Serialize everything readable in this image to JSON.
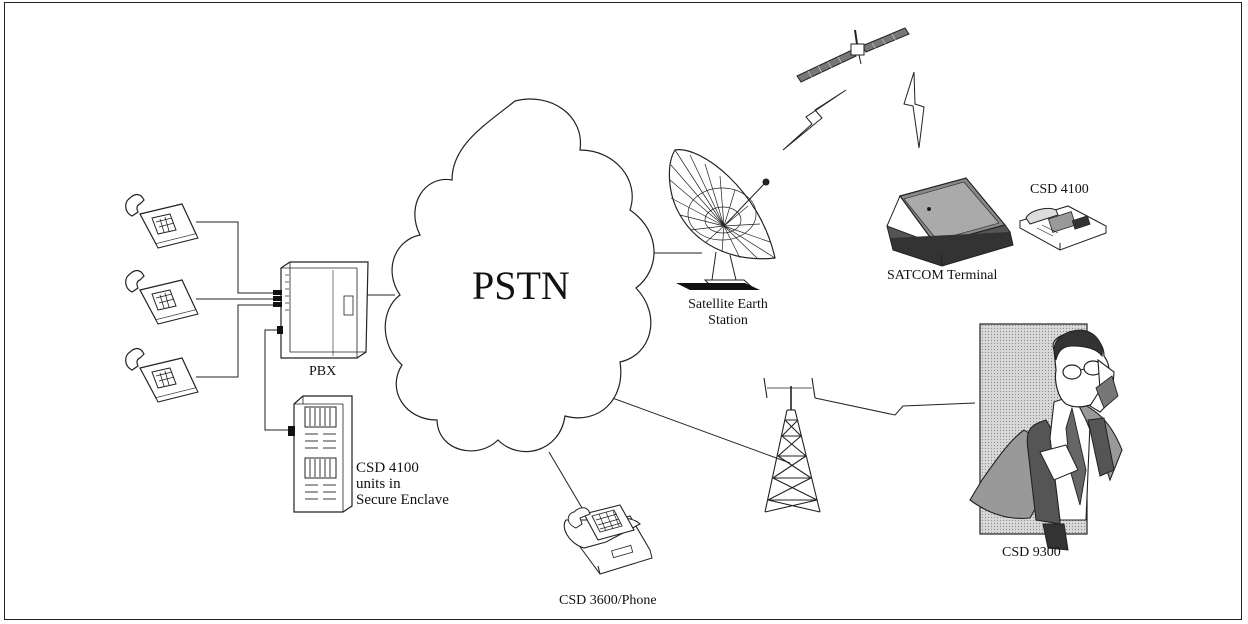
{
  "diagram": {
    "network_label": "PSTN",
    "pbx_label": "PBX",
    "enclave_label_lines": [
      "CSD 4100",
      "units in",
      "Secure Enclave"
    ],
    "earth_station_label_lines": [
      "Satellite Earth",
      "Station"
    ],
    "satcom_label": "SATCOM Terminal",
    "satcom_csd_label": "CSD 4100",
    "csd3600_label": "CSD 3600/Phone",
    "csd9300_label": "CSD 9300"
  }
}
